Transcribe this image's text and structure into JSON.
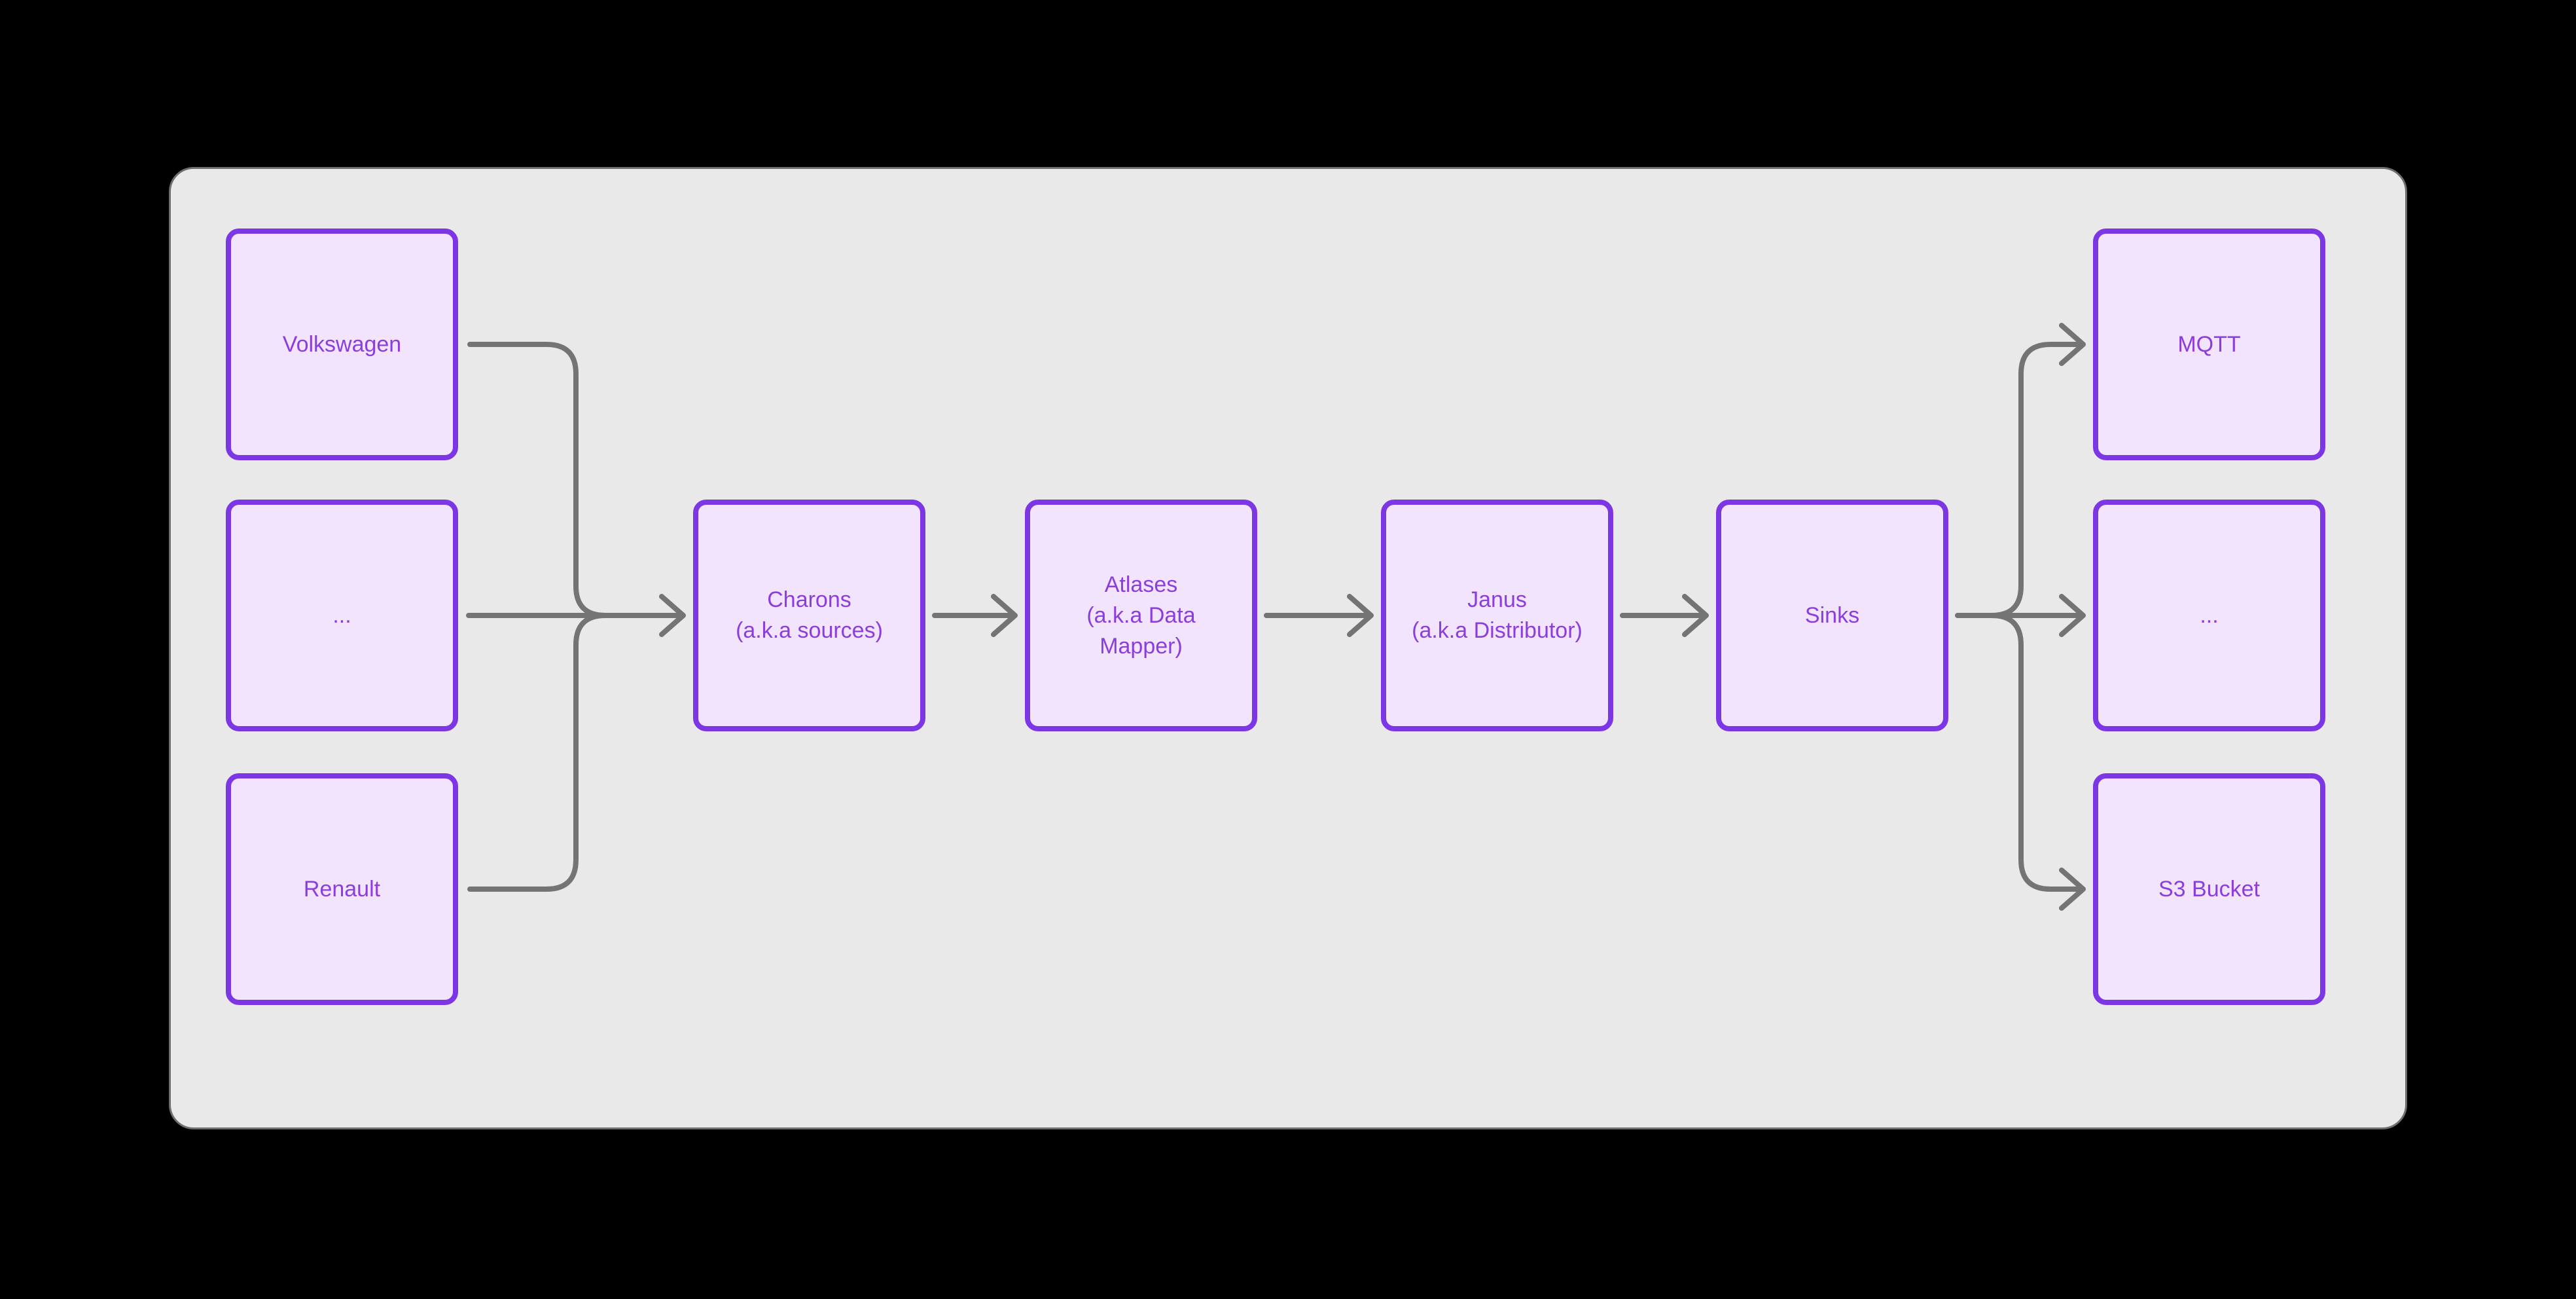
{
  "diagram": {
    "colors": {
      "bg": "#000000",
      "panel_fill": "#e9e9e9",
      "panel_border": "#6e6e6e",
      "node_fill": "#f2e4fc",
      "node_border": "#7c36e3",
      "node_text": "#8b3dde",
      "arrow": "#747474"
    },
    "nodes": {
      "volkswagen": {
        "label": "Volkswagen"
      },
      "left_more": {
        "label": "..."
      },
      "renault": {
        "label": "Renault"
      },
      "charons": {
        "label": "Charons\n(a.k.a sources)"
      },
      "atlases": {
        "label": "Atlases\n(a.k.a Data\nMapper)"
      },
      "janus": {
        "label": "Janus\n(a.k.a Distributor)"
      },
      "sinks": {
        "label": "Sinks"
      },
      "mqtt": {
        "label": "MQTT"
      },
      "right_more": {
        "label": "..."
      },
      "s3": {
        "label": "S3 Bucket"
      }
    },
    "edges": [
      {
        "from": "volkswagen",
        "to": "charons"
      },
      {
        "from": "left_more",
        "to": "charons"
      },
      {
        "from": "renault",
        "to": "charons"
      },
      {
        "from": "charons",
        "to": "atlases"
      },
      {
        "from": "atlases",
        "to": "janus"
      },
      {
        "from": "janus",
        "to": "sinks"
      },
      {
        "from": "sinks",
        "to": "mqtt"
      },
      {
        "from": "sinks",
        "to": "right_more"
      },
      {
        "from": "sinks",
        "to": "s3"
      }
    ]
  }
}
